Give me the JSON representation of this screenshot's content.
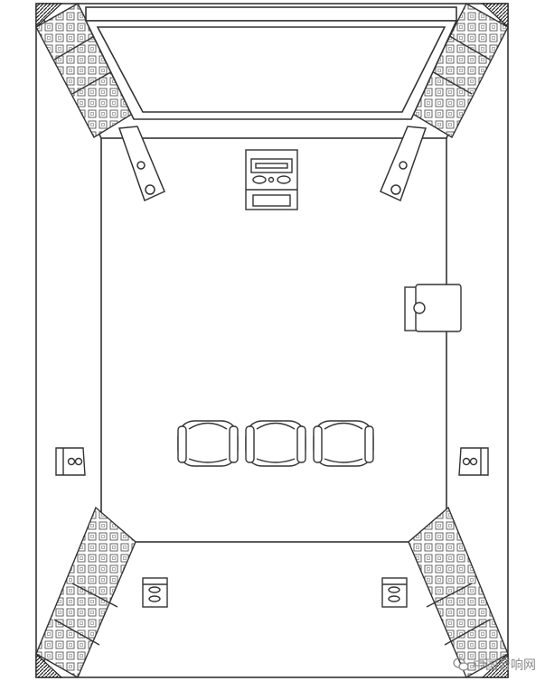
{
  "watermark": {
    "text": "中国音响网",
    "icon": "wechat-logo"
  },
  "colors": {
    "line": "#333333",
    "panel_fill": "#ffffff",
    "corner_fill": "#333333"
  },
  "elements": {
    "screen": "projection-screen",
    "front_speakers": [
      "front-left-speaker",
      "front-right-speaker"
    ],
    "center_unit": "center-speaker-receiver",
    "subwoofer": "subwoofer",
    "seats": [
      "seat-1",
      "seat-2",
      "seat-3"
    ],
    "surround_speakers": [
      "left-surround-speaker",
      "right-surround-speaker"
    ],
    "rear_speakers": [
      "rear-left-speaker",
      "rear-right-speaker"
    ],
    "acoustic_panels": [
      "acoustic-panel-top-left",
      "acoustic-panel-top-right",
      "acoustic-panel-bottom-left",
      "acoustic-panel-bottom-right"
    ]
  }
}
